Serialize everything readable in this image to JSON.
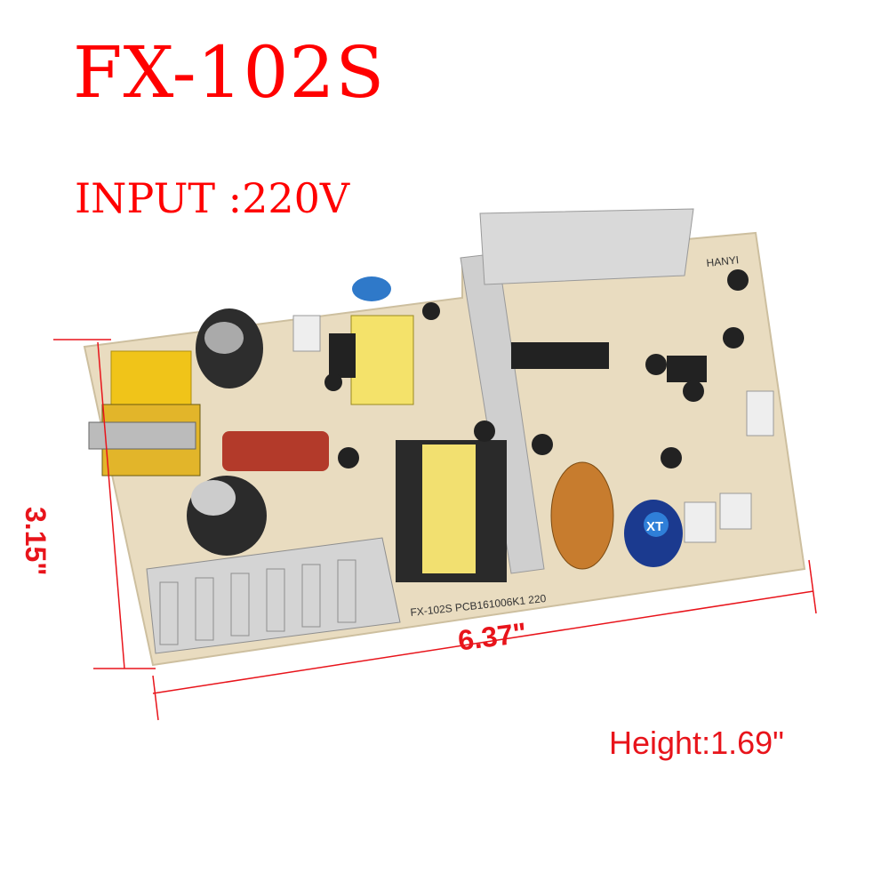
{
  "product": {
    "model_title": "FX-102S",
    "input_label": "INPUT :220V",
    "height_label": "Height:1.69\"",
    "width_dimension": "6.37\"",
    "depth_dimension": "3.15\"",
    "board_silkscreen": "FX-102S  PCB161006K1  220",
    "board_brand_silkscreen": "HANYI",
    "capacitor_logo": "XT"
  },
  "colors": {
    "label_red": "#ff0000",
    "dimension_red": "#e8141b",
    "pcb_beige": "#e9dcc0",
    "heatsink_silver": "#c9c9c9"
  }
}
